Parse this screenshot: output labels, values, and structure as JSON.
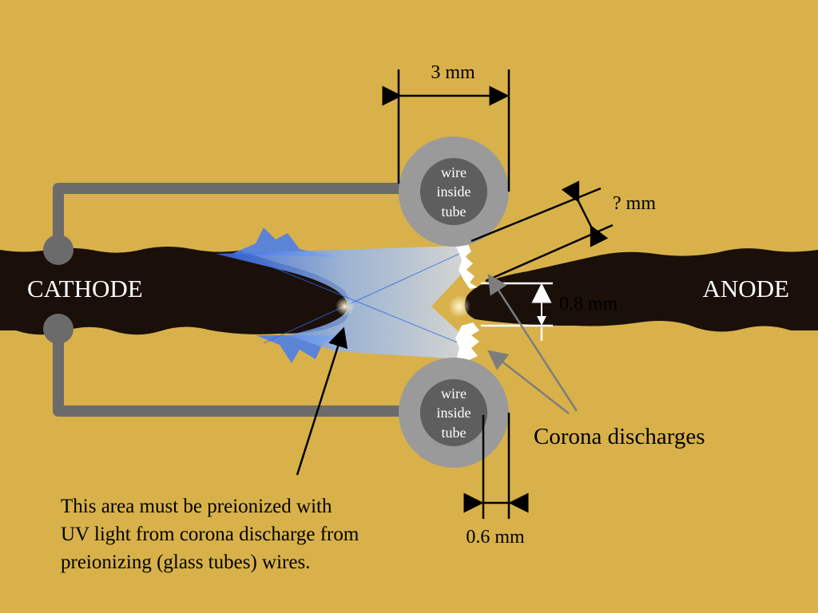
{
  "labels": {
    "cathode": "CATHODE",
    "anode": "ANODE",
    "width_tube": "3 mm",
    "unknown_gap": "? mm",
    "gap": "0.8 mm",
    "tube_gap": "0.6 mm",
    "corona": "Corona discharges"
  },
  "tube_label": [
    "wire",
    "inside",
    "tube"
  ],
  "note": [
    "This area must be preionized with",
    "UV light from corona discharge from",
    "preionizing (glass tubes) wires."
  ],
  "colors": {
    "background": "#d8b14a",
    "electrode": "#1a0f09",
    "wire": "#6b6b6b",
    "tube_outer": "#9a9a9a",
    "tube_inner": "#5e5e5e",
    "glow": "#4f7fe6",
    "label_light": "#ffffff",
    "label_dark": "#000000"
  }
}
